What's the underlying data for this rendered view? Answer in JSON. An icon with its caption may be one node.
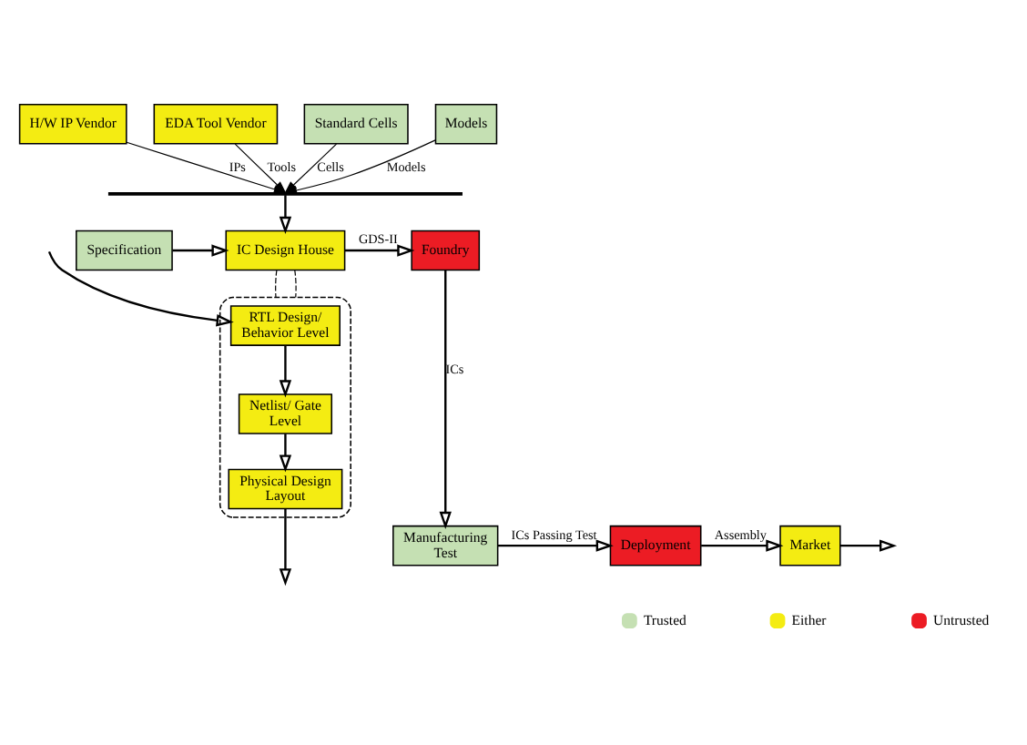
{
  "diagram": {
    "nodes": [
      {
        "text": [
          "H/W IP Vendor"
        ]
      },
      {
        "text": [
          "EDA Tool Vendor"
        ]
      },
      {
        "text": [
          "Standard Cells"
        ]
      },
      {
        "text": [
          "Models"
        ]
      },
      {
        "text": [],
        "shape": "bar"
      },
      {
        "text": [
          "Specification"
        ]
      },
      {
        "text": [
          "IC Design House"
        ]
      },
      {
        "text": [
          "Foundry"
        ]
      },
      {
        "text": [],
        "shape": "ellipse"
      },
      {
        "text": [
          "RTL Design/ Behavior Level"
        ],
        "in": 8
      },
      {
        "text": [
          "Netlist/ Gate Level"
        ],
        "in": 8
      },
      {
        "text": [
          "Physical Design Layout"
        ],
        "in": 8
      },
      {
        "text": [
          "Manufacturing Test"
        ]
      },
      {
        "text": [
          "Deployment"
        ]
      },
      {
        "text": [
          "Market"
        ]
      }
    ],
    "edges": [
      {
        "from": 0,
        "to": 4,
        "arrow": "to",
        "label": "IPs"
      },
      {
        "from": 1,
        "to": 4,
        "arrow": "to",
        "label": "Tools"
      },
      {
        "from": 2,
        "to": 4,
        "arrow": "to",
        "label": "Cells"
      },
      {
        "from": 3,
        "to": 4,
        "arrow": "to",
        "label": "Models"
      },
      {
        "from": 4,
        "to": 6,
        "arrow": "to"
      },
      {
        "from": 5,
        "to": 6,
        "arrow": "to"
      },
      {
        "from": 6,
        "to": 7,
        "arrow": "to",
        "label": "GDS-II"
      },
      {
        "from": 6,
        "to": 8,
        "arrow": "none",
        "style": "dashed"
      },
      {
        "from": 6,
        "to": 8,
        "arrow": "none",
        "style": "dashed"
      },
      {
        "from": null,
        "to": 9,
        "arrow": "to"
      },
      {
        "from": 9,
        "to": 10,
        "arrow": "to"
      },
      {
        "from": 10,
        "to": 11,
        "arrow": "to"
      },
      {
        "from": 11,
        "to": null,
        "arrow": "to"
      },
      {
        "from": 7,
        "to": 12,
        "arrow": "to",
        "label": "ICs"
      },
      {
        "from": 12,
        "to": 13,
        "arrow": "to",
        "label": "ICs Passing Test"
      },
      {
        "from": 13,
        "to": 14,
        "arrow": "to",
        "label": "Assembly"
      },
      {
        "from": 14,
        "to": null,
        "arrow": "to"
      }
    ],
    "legend": [
      {
        "text": "Trusted",
        "color": "#c5e0b3"
      },
      {
        "text": "Either",
        "color": "#f4ec12"
      },
      {
        "text": "Untrusted",
        "color": "#ec1c24"
      }
    ]
  }
}
